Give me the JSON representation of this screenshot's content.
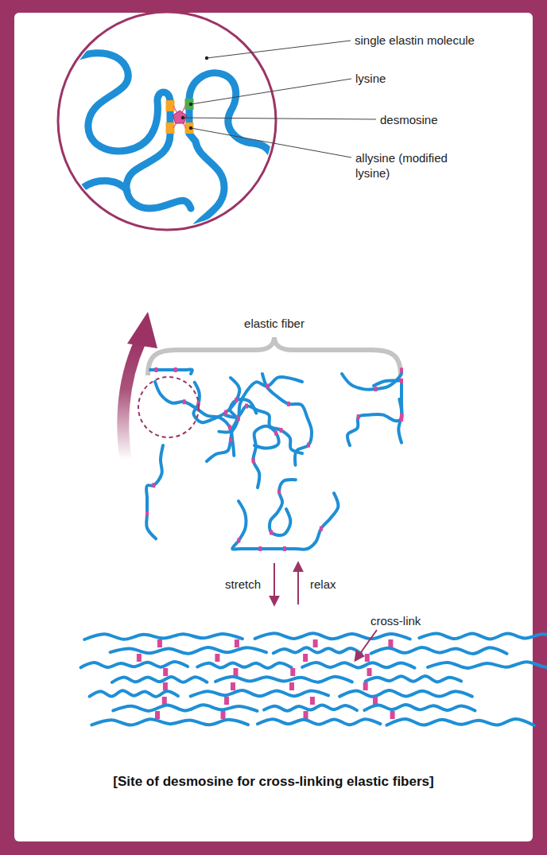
{
  "diagram": {
    "caption": "[Site of desmosine for cross-linking elastic fibers]",
    "labels": [
      "single elastin molecule",
      "lysine",
      "desmosine",
      "allysine (modified lysine)",
      "elastic fiber",
      "stretch",
      "relax",
      "cross-link"
    ]
  }
}
